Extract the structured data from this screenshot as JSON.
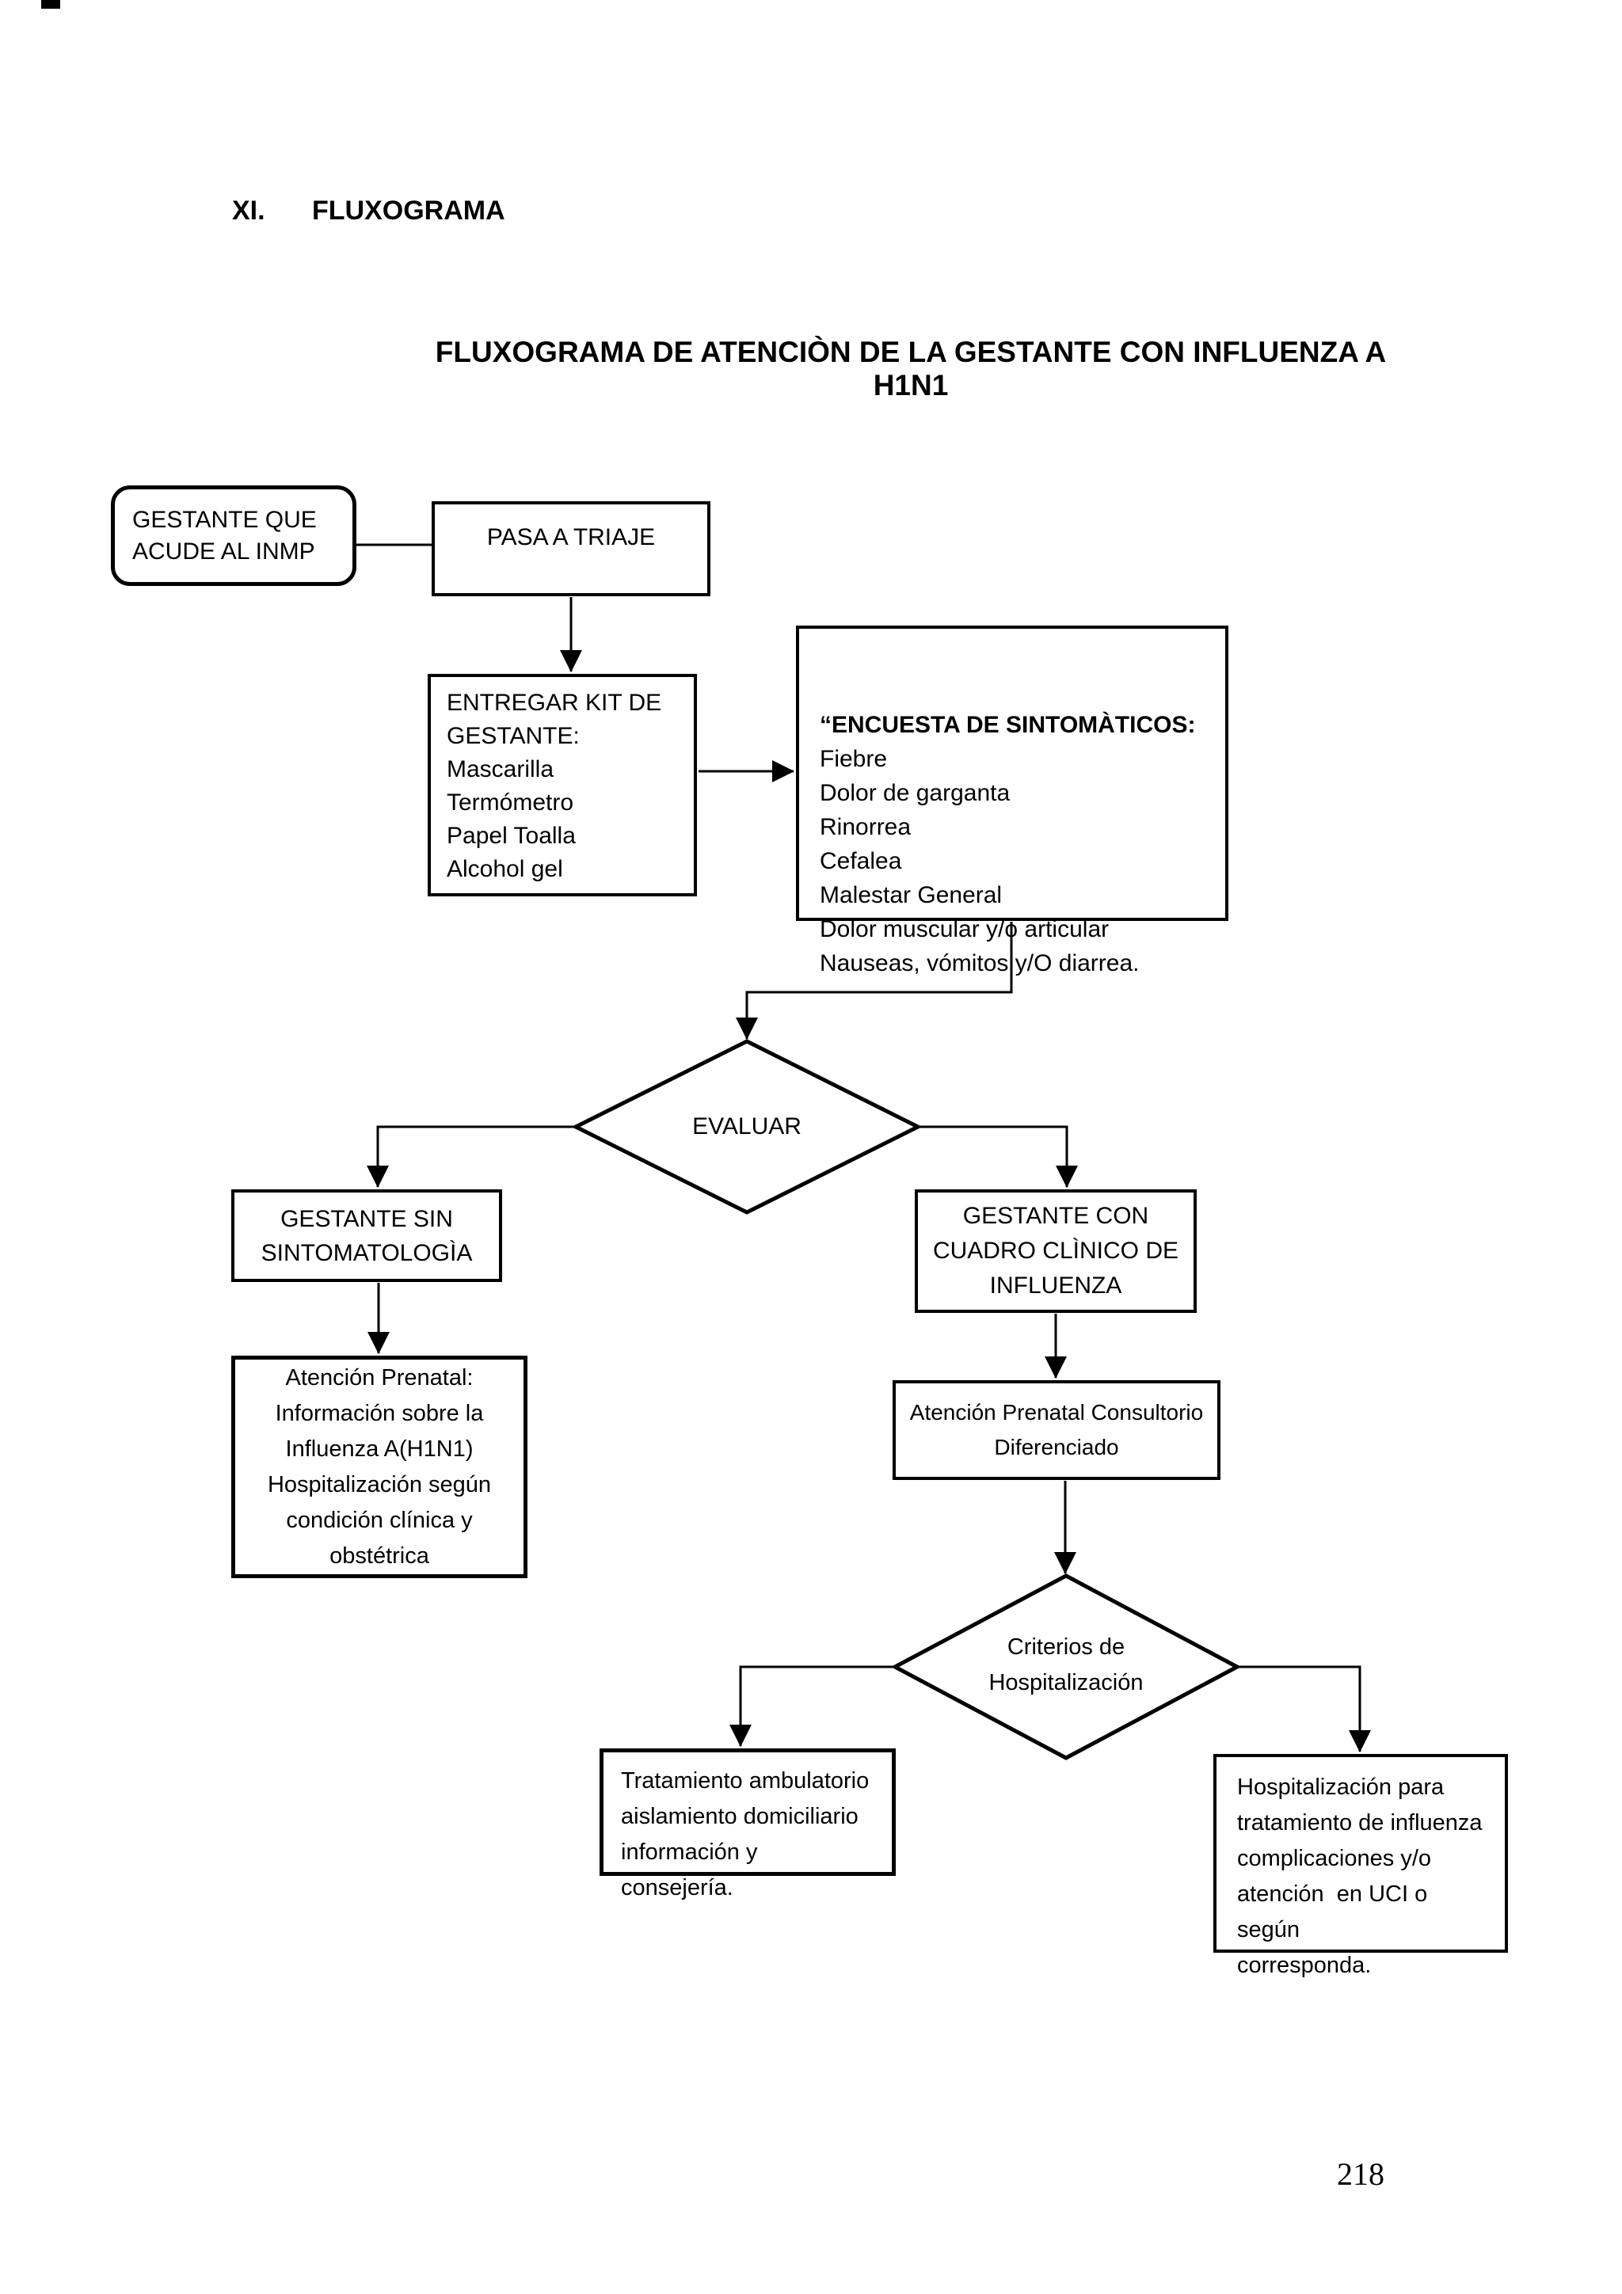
{
  "page": {
    "heading_number": "XI.",
    "heading": "FLUXOGRAMA",
    "title": "FLUXOGRAMA DE ATENCIÒN DE LA GESTANTE CON INFLUENZA A H1N1",
    "page_number": "218"
  },
  "nodes": {
    "start": {
      "text": "GESTANTE QUE\nACUDE AL INMP"
    },
    "triage": {
      "text": "PASA A TRIAJE"
    },
    "kit": {
      "text": "ENTREGAR KIT DE\nGESTANTE:\nMascarilla\nTermómetro\nPapel Toalla\nAlcohol gel"
    },
    "survey": {
      "title": "“ENCUESTA DE SINTOMÀTICOS:",
      "text": "Fiebre\nDolor de garganta\nRinorrea\nCefalea\nMalestar General\nDolor muscular y/o articular\nNauseas, vómitos y/O diarrea."
    },
    "evaluate": {
      "text": "EVALUAR"
    },
    "no_symptoms": {
      "text": "GESTANTE SIN\nSINTOMATOLOGÌA"
    },
    "with_symptoms": {
      "text": "GESTANTE CON\nCUADRO CLÌNICO DE\nINFLUENZA"
    },
    "prenatal_info": {
      "text": "Atención Prenatal:\nInformación sobre la\nInfluenza A(H1N1)\nHospitalización según\ncondición clínica y\nobstétrica"
    },
    "prenatal_diff": {
      "text": "Atención Prenatal Consultorio\nDiferenciado"
    },
    "criteria": {
      "text": "Criterios de\nHospitalización"
    },
    "ambulatory": {
      "text": "Tratamiento ambulatorio\naislamiento domiciliario\ninformación y consejería."
    },
    "hospitalization": {
      "text": "Hospitalización para\ntratamiento de influenza\ncomplicaciones y/o\natención  en UCI o según\ncorresponda."
    }
  }
}
